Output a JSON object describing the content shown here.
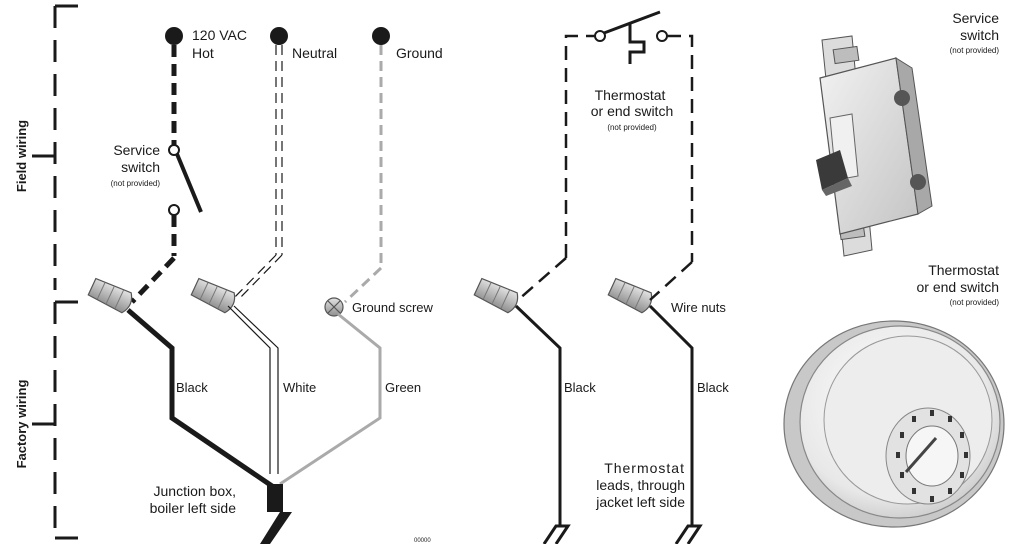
{
  "supply": {
    "voltage": "120 VAC",
    "hot": "Hot",
    "neutral": "Neutral",
    "ground": "Ground"
  },
  "side_labels": {
    "field": "Field wiring",
    "factory": "Factory wiring"
  },
  "service_switch": {
    "line1": "Service",
    "line2": "switch",
    "note": "(not provided)"
  },
  "thermostat_switch": {
    "line1": "Thermostat",
    "line2": "or end switch",
    "note": "(not provided)"
  },
  "wire_labels": {
    "black": "Black",
    "white": "White",
    "green": "Green",
    "black2": "Black",
    "black3": "Black"
  },
  "ground_screw": "Ground screw",
  "wire_nuts": "Wire nuts",
  "junction_box": {
    "line1": "Junction box,",
    "line2": "boiler left side"
  },
  "thermostat_leads": {
    "line1": "Thermostat",
    "line2": "leads, through",
    "line3": "jacket left side"
  },
  "figure_number": "00000",
  "illustration_service": {
    "line1": "Service",
    "line2": "switch",
    "note": "(not provided)"
  },
  "illustration_thermostat": {
    "line1": "Thermostat",
    "line2": "or end switch",
    "note": "(not provided)"
  },
  "colors": {
    "line": "#1a1a1a",
    "green_wire": "#aaaaaa",
    "nut": "#b5b5b5"
  }
}
